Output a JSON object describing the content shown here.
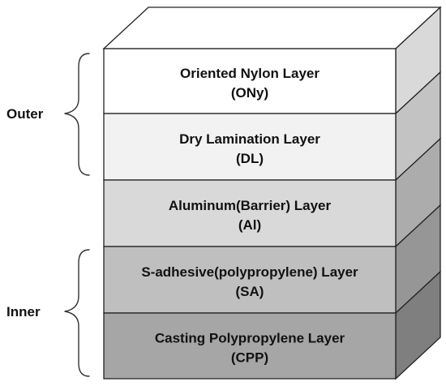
{
  "layers": [
    {
      "name": "Oriented Nylon Layer",
      "abbr": "(ONy)",
      "color": "#ffffff"
    },
    {
      "name": "Dry Lamination Layer",
      "abbr": "(DL)",
      "color": "#f2f2f2"
    },
    {
      "name": "Aluminum(Barrier) Layer",
      "abbr": "(Al)",
      "color": "#d9d9d9"
    },
    {
      "name": "S-adhesive(polypropylene) Layer",
      "abbr": "(SA)",
      "color": "#bfbfbf"
    },
    {
      "name": "Casting Polypropylene Layer",
      "abbr": "(CPP)",
      "color": "#a6a6a6"
    }
  ],
  "groups": {
    "outer": {
      "label": "Outer"
    },
    "inner": {
      "label": "Inner"
    }
  },
  "colors": {
    "top_face": "#ffffff",
    "side_face_light": "#d9d9d9",
    "side_face_dark": "#7f7f7f"
  }
}
